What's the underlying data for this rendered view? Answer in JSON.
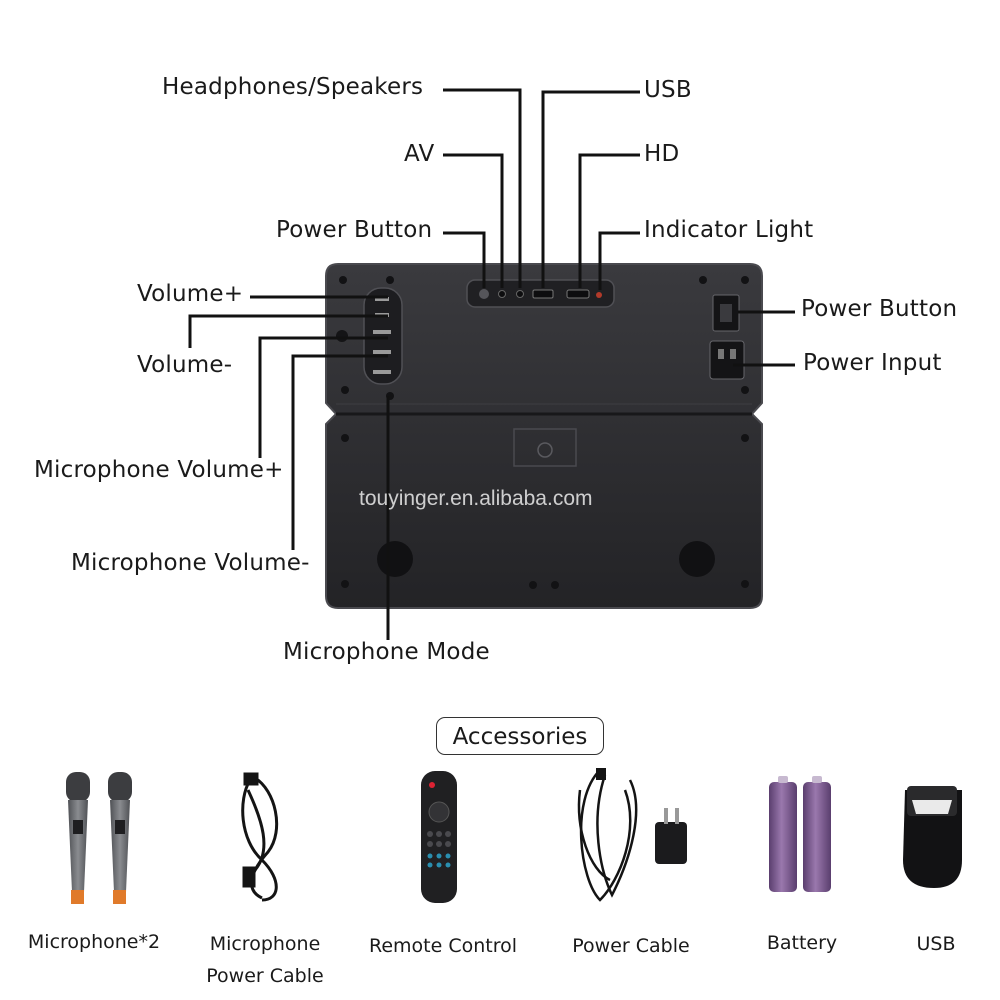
{
  "callouts": {
    "headphones_speakers": "Headphones/Speakers",
    "usb": "USB",
    "av": "AV",
    "hd": "HD",
    "power_button_top": "Power Button",
    "indicator_light": "Indicator Light",
    "volume_plus": "Volume+",
    "power_button_right": "Power Button",
    "volume_minus": "Volume-",
    "power_input": "Power Input",
    "mic_volume_plus": "Microphone Volume+",
    "mic_volume_minus": "Microphone Volume-",
    "mic_mode": "Microphone Mode"
  },
  "watermark": "touyinger.en.alibaba.com",
  "accessories": {
    "heading": "Accessories",
    "items": [
      {
        "label": "Microphone*2"
      },
      {
        "label_line1": "Microphone",
        "label_line2": "Power Cable"
      },
      {
        "label": "Remote Control"
      },
      {
        "label": "Power Cable"
      },
      {
        "label": "Battery"
      },
      {
        "label": "USB"
      }
    ]
  },
  "colors": {
    "device_body": "#2b2b2e",
    "device_edge": "#4a4a4f",
    "callout_line": "#111111",
    "battery": "#7b5a8f",
    "mic_body": "#6d6f73",
    "mic_tip": "#e07a2a"
  }
}
